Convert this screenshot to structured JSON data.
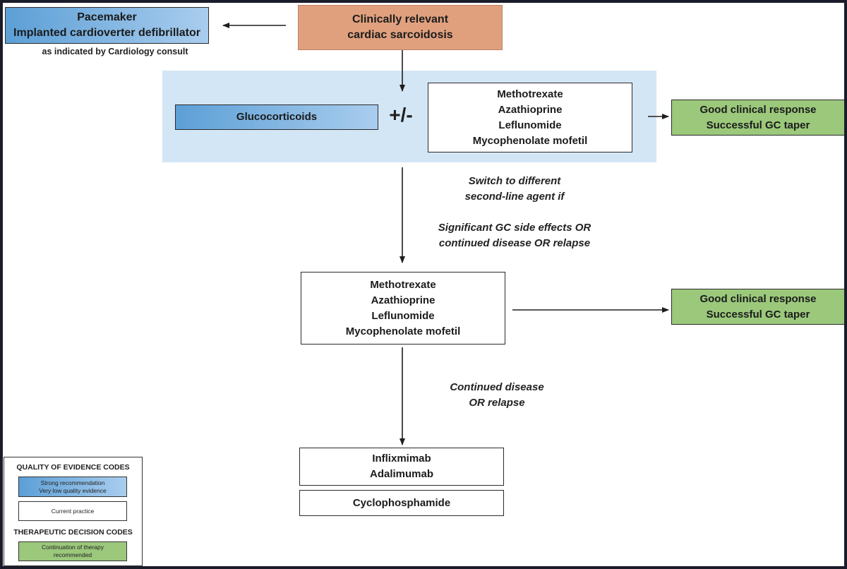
{
  "device_box": {
    "lines": [
      "Pacemaker",
      "Implanted cardioverter defibrillator"
    ]
  },
  "device_note": "as indicated by Cardiology consult",
  "start_box": {
    "lines": [
      "Clinically relevant",
      "cardiac sarcoidosis"
    ]
  },
  "glucocorticoids": "Glucocorticoids",
  "plus_minus": "+/-",
  "second_line_top": {
    "lines": [
      "Methotrexate",
      "Azathioprine",
      "Leflunomide",
      "Mycophenolate mofetil"
    ]
  },
  "response_top": {
    "lines": [
      "Good clinical response",
      "Successful GC taper"
    ]
  },
  "switch_note": {
    "lines": [
      "Switch to different",
      "second-line agent if"
    ]
  },
  "condition_note": {
    "lines": [
      "Significant GC side effects OR",
      "continued disease OR relapse"
    ]
  },
  "second_line_mid": {
    "lines": [
      "Methotrexate",
      "Azathioprine",
      "Leflunomide",
      "Mycophenolate mofetil"
    ]
  },
  "response_mid": {
    "lines": [
      "Good clinical response",
      "Successful GC taper"
    ]
  },
  "relapse_note": {
    "lines": [
      "Continued disease",
      "OR relapse"
    ]
  },
  "biologics_box": {
    "lines": [
      "Inflixmimab",
      "Adalimumab"
    ]
  },
  "cyclophosphamide": "Cyclophosphamide",
  "legend": {
    "quality_heading": "QUALITY OF EVIDENCE CODES",
    "strong": {
      "lines": [
        "Strong recommendation",
        "Very low quality evidence"
      ]
    },
    "current": "Current practice",
    "therapeutic_heading": "THERAPEUTIC DECISION CODES",
    "continuation": {
      "lines": [
        "Continuation of therapy",
        "recommended"
      ]
    }
  },
  "colors": {
    "strong_recommendation": "#5c9fd6",
    "start_node": "#e0a07e",
    "good_response": "#9bc87b",
    "first_line_panel": "#d3e6f6"
  }
}
